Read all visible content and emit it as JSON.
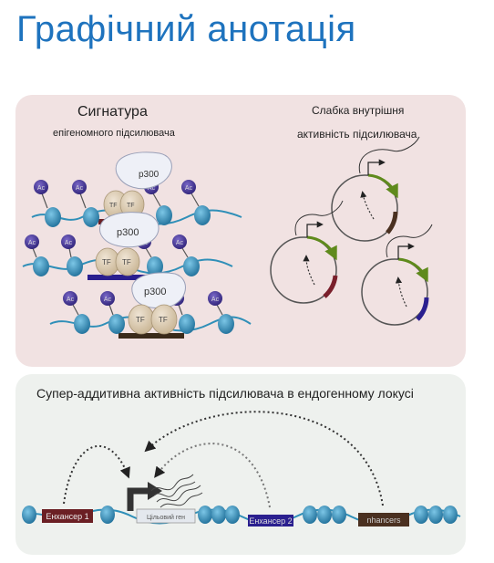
{
  "header": {
    "title": "Графічний анотація"
  },
  "top_panel": {
    "left_title": "Сигнатура",
    "left_subtitle": "епігеномного підсилювача",
    "right_title_line1": "Слабка внутрішня",
    "right_title_line2": "активність підсилювача",
    "tf_label": "TF",
    "p300_label": "p300",
    "ac_label": "Ac"
  },
  "bottom_panel": {
    "title": "Супер-аддитивна активність підсилювача в ендогенному локусі",
    "enhancer1": "Енхансер 1",
    "target_gene": "Цільовий ген",
    "enhancer2": "Енхансер 2",
    "enhancer3": "nhancers"
  },
  "colors": {
    "title_blue": "#1e73be",
    "nucleosome": "#2f8fb8",
    "ac_purple": "#4b3a9a",
    "arrow_green": "#5f8a1c",
    "enh_brown": "#4a3020",
    "enh_red": "#7a1f2b",
    "enh_purple": "#2a1f8f"
  }
}
